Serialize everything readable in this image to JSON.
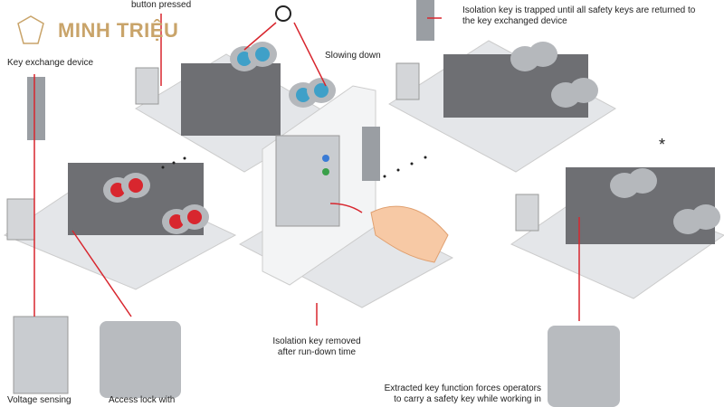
{
  "logo": {
    "text": "MINH TRIỆU"
  },
  "labels": {
    "button_pressed": "button pressed",
    "key_exchange": "Key exchange device",
    "slowing": "Slowing down",
    "isolation_trapped": "Isolation key is trapped until all safety keys are returned to the key exchanged device",
    "isolation_removed": "Isolation key removed after run-down time",
    "extracted": "Extracted key function forces operators to carry a safety key while working in",
    "voltage": "Voltage sensing",
    "access": "Access lock with",
    "asterisk": "*"
  },
  "colors": {
    "accent": "#d8262e",
    "platform": "#e4e6e9",
    "roller": "#9a9ea3",
    "wood": "#8a5a2b"
  }
}
